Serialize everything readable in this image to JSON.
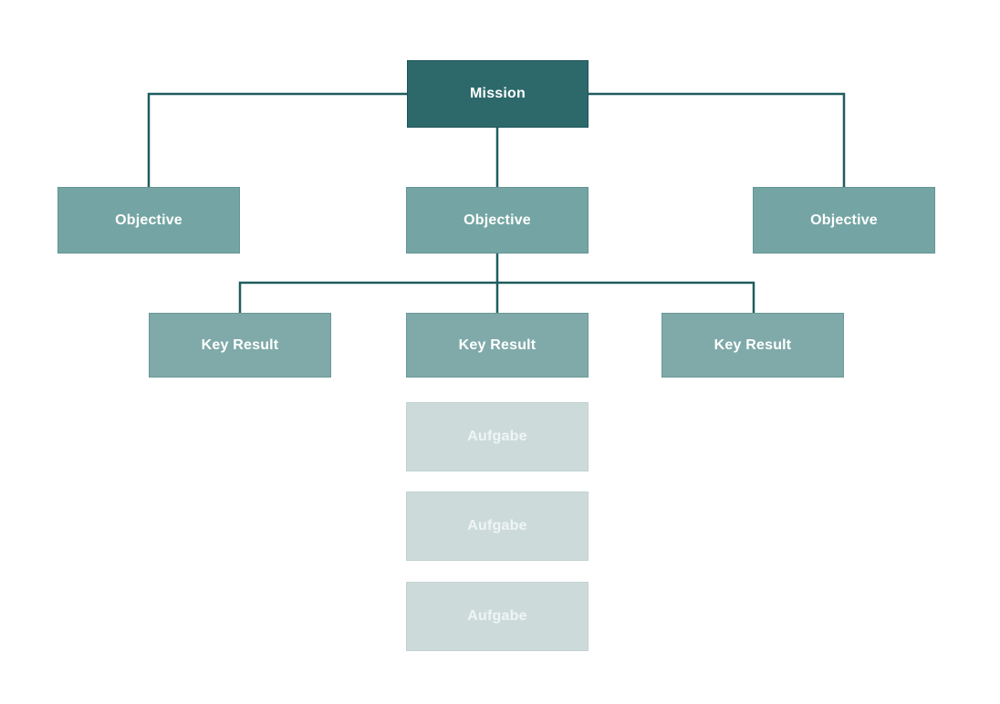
{
  "diagram": {
    "type": "okr-hierarchy-tree",
    "nodes": {
      "mission": {
        "label": "Mission"
      },
      "objectives": [
        {
          "label": "Objective"
        },
        {
          "label": "Objective"
        },
        {
          "label": "Objective"
        }
      ],
      "key_results": [
        {
          "label": "Key Result"
        },
        {
          "label": "Key Result"
        },
        {
          "label": "Key Result"
        }
      ],
      "tasks": [
        {
          "label": "Aufgabe"
        },
        {
          "label": "Aufgabe"
        },
        {
          "label": "Aufgabe"
        }
      ]
    },
    "colors": {
      "background": "#ffffff",
      "mission_fill": "#2d696b",
      "objective_fill": "#74a5a4",
      "key_result_fill": "#7faaa9",
      "task_fill": "#ccdbda",
      "connector": "#1f5d5f",
      "label": "#ffffff",
      "task_label": "#eef5f4"
    }
  }
}
